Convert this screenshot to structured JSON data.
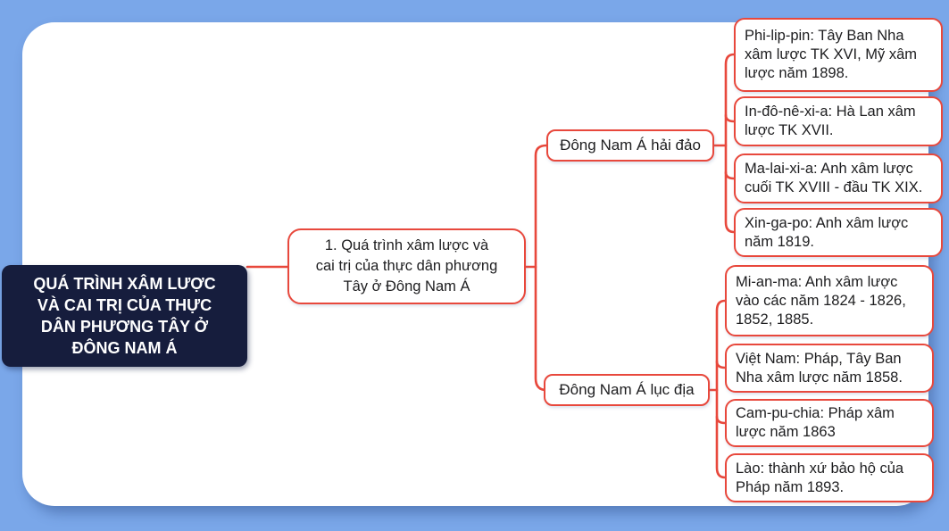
{
  "colors": {
    "bg": "#7aa7e9",
    "panel": "#ffffff",
    "line": "#e8483c",
    "root_bg": "#161d3d",
    "root_text": "#ffffff",
    "ink": "#1d1d1f"
  },
  "root": {
    "label": "QUÁ TRÌNH XÂM LƯỢC\nVÀ CAI TRỊ CỦA THỰC\nDÂN PHƯƠNG TÂY Ở\nĐÔNG NAM Á"
  },
  "main_topic": {
    "label": "1. Quá trình xâm lược và\ncai trị của thực dân phương\nTây ở Đông Nam Á"
  },
  "branches": [
    {
      "label": "Đông Nam Á hải đảo",
      "children": [
        {
          "label": "Phi-lip-pin: Tây Ban Nha\nxâm lược TK XVI, Mỹ xâm\nlược năm 1898."
        },
        {
          "label": "In-đô-nê-xi-a: Hà Lan xâm\nlược TK XVII."
        },
        {
          "label": "Ma-lai-xi-a: Anh xâm lược\ncuối TK XVIII - đầu TK XIX."
        },
        {
          "label": "Xin-ga-po: Anh xâm lược\nnăm 1819."
        }
      ]
    },
    {
      "label": "Đông Nam Á lục địa",
      "children": [
        {
          "label": "Mi-an-ma: Anh xâm lược\nvào các năm 1824 - 1826,\n1852, 1885."
        },
        {
          "label": "Việt Nam: Pháp, Tây Ban\nNha xâm lược năm 1858."
        },
        {
          "label": "Cam-pu-chia: Pháp xâm\nlược năm 1863"
        },
        {
          "label": "Lào: thành xứ bảo hộ của\nPháp năm 1893."
        }
      ]
    }
  ]
}
